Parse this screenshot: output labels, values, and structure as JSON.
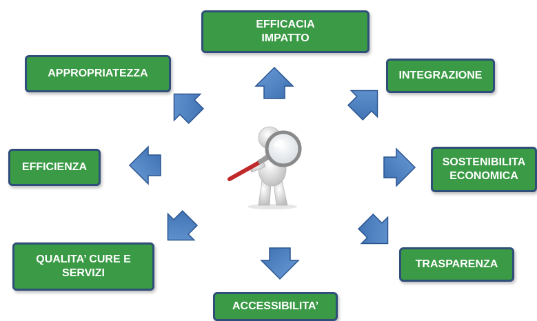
{
  "center_icon": "person-with-magnifying-glass",
  "colors": {
    "box_fill": "#3a9a45",
    "box_border": "#2f4f7a",
    "arrow_fill": "#4a7ec0",
    "arrow_stroke": "#2a5590"
  },
  "nodes": {
    "efficacia": {
      "line1": "EFFICACIA",
      "line2": "IMPATTO"
    },
    "integrazione": {
      "line1": "INTEGRAZIONE"
    },
    "sostenibilita": {
      "line1": "SOSTENIBILITA",
      "line2": "ECONOMICA"
    },
    "trasparenza": {
      "line1": "TRASPARENZA"
    },
    "accessibilita": {
      "line1": "ACCESSIBILITA’"
    },
    "qualita": {
      "line1": "QUALITA’ CURE E",
      "line2": "SERVIZI"
    },
    "efficienza": {
      "line1": "EFFICIENZA"
    },
    "appropriatezza": {
      "line1": "APPROPRIATEZZA"
    }
  }
}
